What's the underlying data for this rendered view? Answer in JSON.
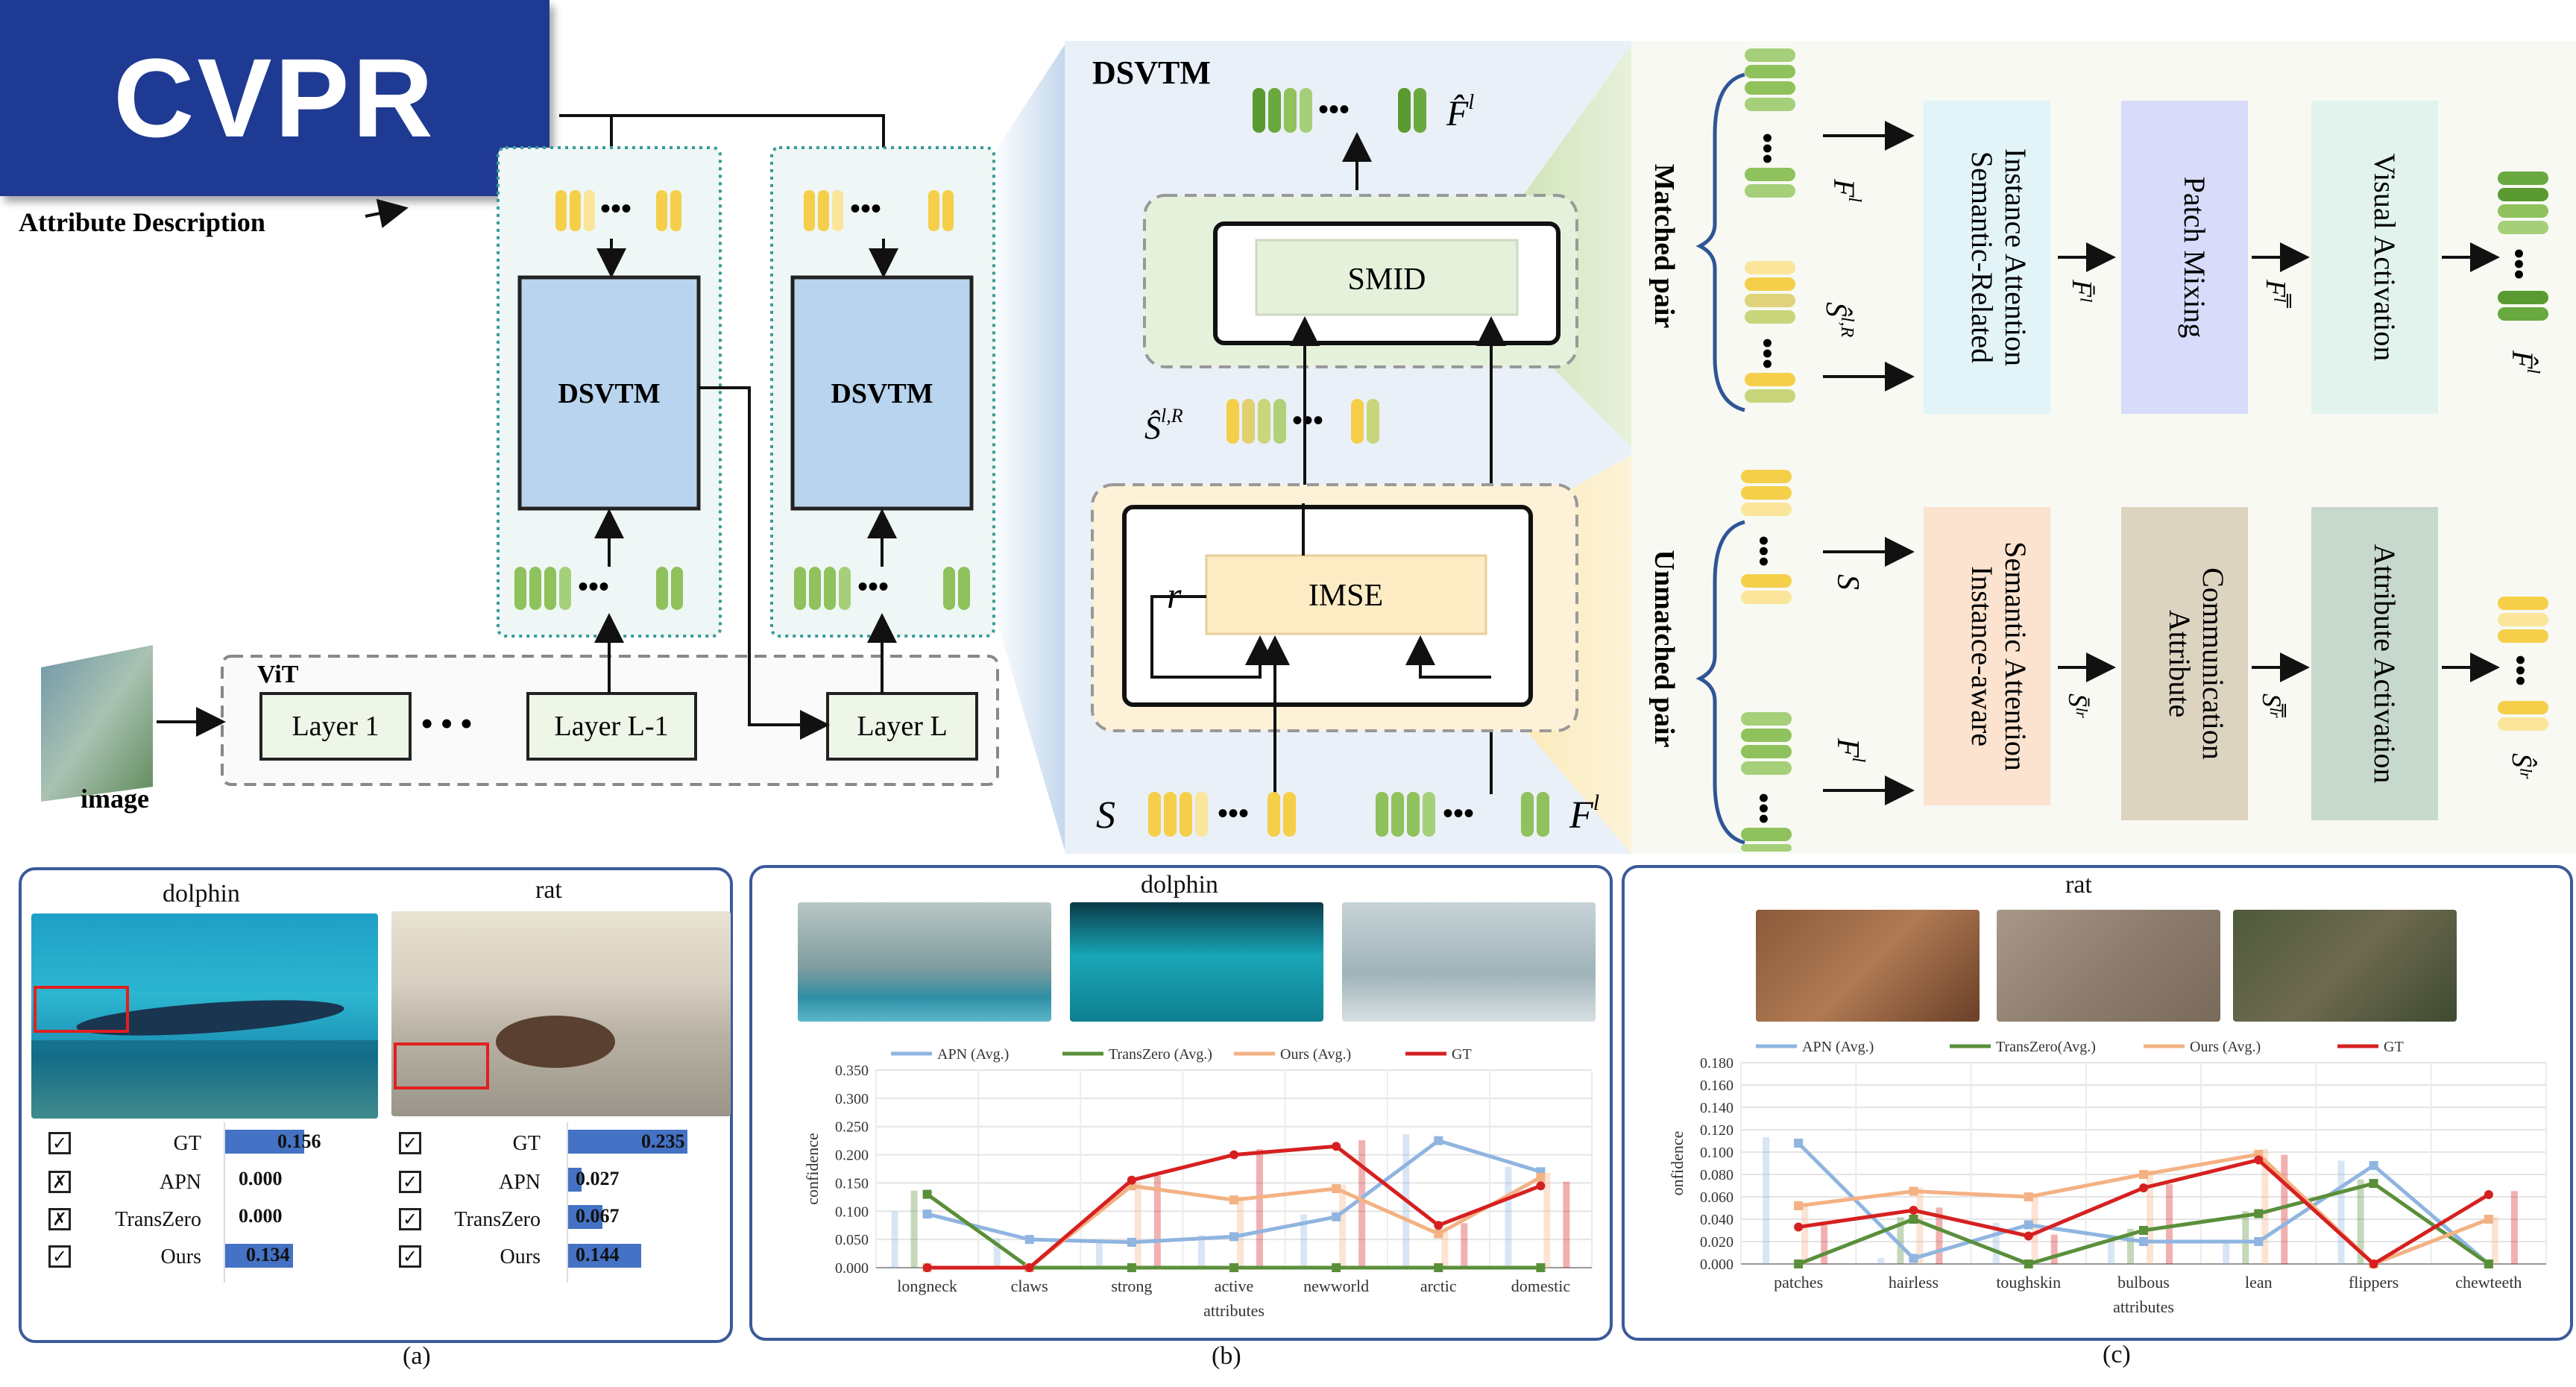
{
  "badge": {
    "label": "CVPR"
  },
  "arch": {
    "attr_desc": "Attribute Description",
    "dsvtm": "DSVTM",
    "vit": "ViT",
    "layers": [
      "Layer 1",
      "Layer L-1",
      "Layer L"
    ],
    "image": "image",
    "smid": "SMID",
    "imse": "IMSE",
    "r": "r",
    "S": "S",
    "F": "F",
    "Shat": "Ŝ",
    "Fhat": "F̂",
    "sup_l": "l",
    "sup_lR": "l,R",
    "matched": "Matched pair",
    "unmatched": "Unmatched pair",
    "sra": "Semantic-Related Instance Attention",
    "pm": "Patch Mixing",
    "va": "Visual Activation",
    "isa": "Instance-aware Semantic Attention",
    "ac": "Attribute Communication",
    "aa": "Attribute Activation",
    "tok_colors": {
      "green": "#8fc15c",
      "green_dark": "#5a9a30",
      "yellow": "#f5cf4a",
      "yellow_light": "#fbe59a"
    },
    "colors": {
      "vit_fill": "#eef6e8",
      "dsvtm_fill": "#b8d4ee",
      "smid_fill": "#e6f1dc",
      "imse_fill": "#fdebc4",
      "sra_fill": "#e2f4f7",
      "pm_fill": "#d8dcfa",
      "va_fill": "#e2f3ee",
      "isa_fill": "#fbe3cf",
      "ac_fill": "#dcd4c0",
      "aa_fill": "#c7d8cd"
    }
  },
  "panel_a": {
    "label": "(a)",
    "cols": [
      {
        "title": "dolphin",
        "rows": [
          {
            "name": "GT",
            "mark": "✓",
            "value": "0.156",
            "frac": 0.156
          },
          {
            "name": "APN",
            "mark": "✗",
            "value": "0.000",
            "frac": 0
          },
          {
            "name": "TransZero",
            "mark": "✗",
            "value": "0.000",
            "frac": 0
          },
          {
            "name": "Ours",
            "mark": "✓",
            "value": "0.134",
            "frac": 0.134
          }
        ]
      },
      {
        "title": "rat",
        "rows": [
          {
            "name": "GT",
            "mark": "✓",
            "value": "0.235",
            "frac": 0.235
          },
          {
            "name": "APN",
            "mark": "✓",
            "value": "0.027",
            "frac": 0.027
          },
          {
            "name": "TransZero",
            "mark": "✓",
            "value": "0.067",
            "frac": 0.067
          },
          {
            "name": "Ours",
            "mark": "✓",
            "value": "0.144",
            "frac": 0.144
          }
        ]
      }
    ]
  },
  "chart_data": [
    {
      "type": "line",
      "title": "dolphin",
      "panel_label": "(b)",
      "xlabel": "attributes",
      "ylabel": "confidence",
      "categories": [
        "longneck",
        "claws",
        "strong",
        "active",
        "newworld",
        "arctic",
        "domestic"
      ],
      "ylim": [
        0,
        0.35
      ],
      "yticks": [
        "0.000",
        "0.050",
        "0.100",
        "0.150",
        "0.200",
        "0.250",
        "0.300",
        "0.350"
      ],
      "grid": true,
      "legend": "top",
      "series": [
        {
          "name": "APN (Avg.)",
          "color": "#8fb5e0",
          "values": [
            0.095,
            0.05,
            0.045,
            0.055,
            0.09,
            0.225,
            0.17
          ]
        },
        {
          "name": "TransZero (Avg.)",
          "color": "#5a8f3a",
          "values": [
            0.13,
            0.0,
            0.0,
            0.0,
            0.0,
            0.0,
            0.0
          ]
        },
        {
          "name": "Ours (Avg.)",
          "color": "#f4b183",
          "values": [
            0.0,
            0.0,
            0.145,
            0.12,
            0.14,
            0.06,
            0.16
          ]
        },
        {
          "name": "GT",
          "color": "#d62020",
          "values": [
            0.0,
            0.0,
            0.155,
            0.2,
            0.215,
            0.075,
            0.145
          ]
        }
      ]
    },
    {
      "type": "line",
      "title": "rat",
      "panel_label": "(c)",
      "xlabel": "attributes",
      "ylabel": "onfidence",
      "categories": [
        "patches",
        "hairless",
        "toughskin",
        "bulbous",
        "lean",
        "flippers",
        "chewteeth"
      ],
      "ylim": [
        0,
        0.18
      ],
      "yticks": [
        "0.000",
        "0.020",
        "0.040",
        "0.060",
        "0.080",
        "0.100",
        "0.120",
        "0.140",
        "0.160",
        "0.180"
      ],
      "grid": true,
      "legend": "top",
      "series": [
        {
          "name": "APN (Avg.)",
          "color": "#8fb5e0",
          "values": [
            0.108,
            0.005,
            0.035,
            0.02,
            0.02,
            0.088,
            0.0
          ]
        },
        {
          "name": "TransZero(Avg.)",
          "color": "#5a8f3a",
          "values": [
            0.0,
            0.04,
            0.0,
            0.03,
            0.045,
            0.072,
            0.0
          ]
        },
        {
          "name": "Ours (Avg.)",
          "color": "#f4b183",
          "values": [
            0.052,
            0.065,
            0.06,
            0.08,
            0.098,
            0.0,
            0.04
          ]
        },
        {
          "name": "GT",
          "color": "#d62020",
          "values": [
            0.033,
            0.048,
            0.025,
            0.068,
            0.093,
            0.0,
            0.062
          ]
        }
      ]
    }
  ]
}
